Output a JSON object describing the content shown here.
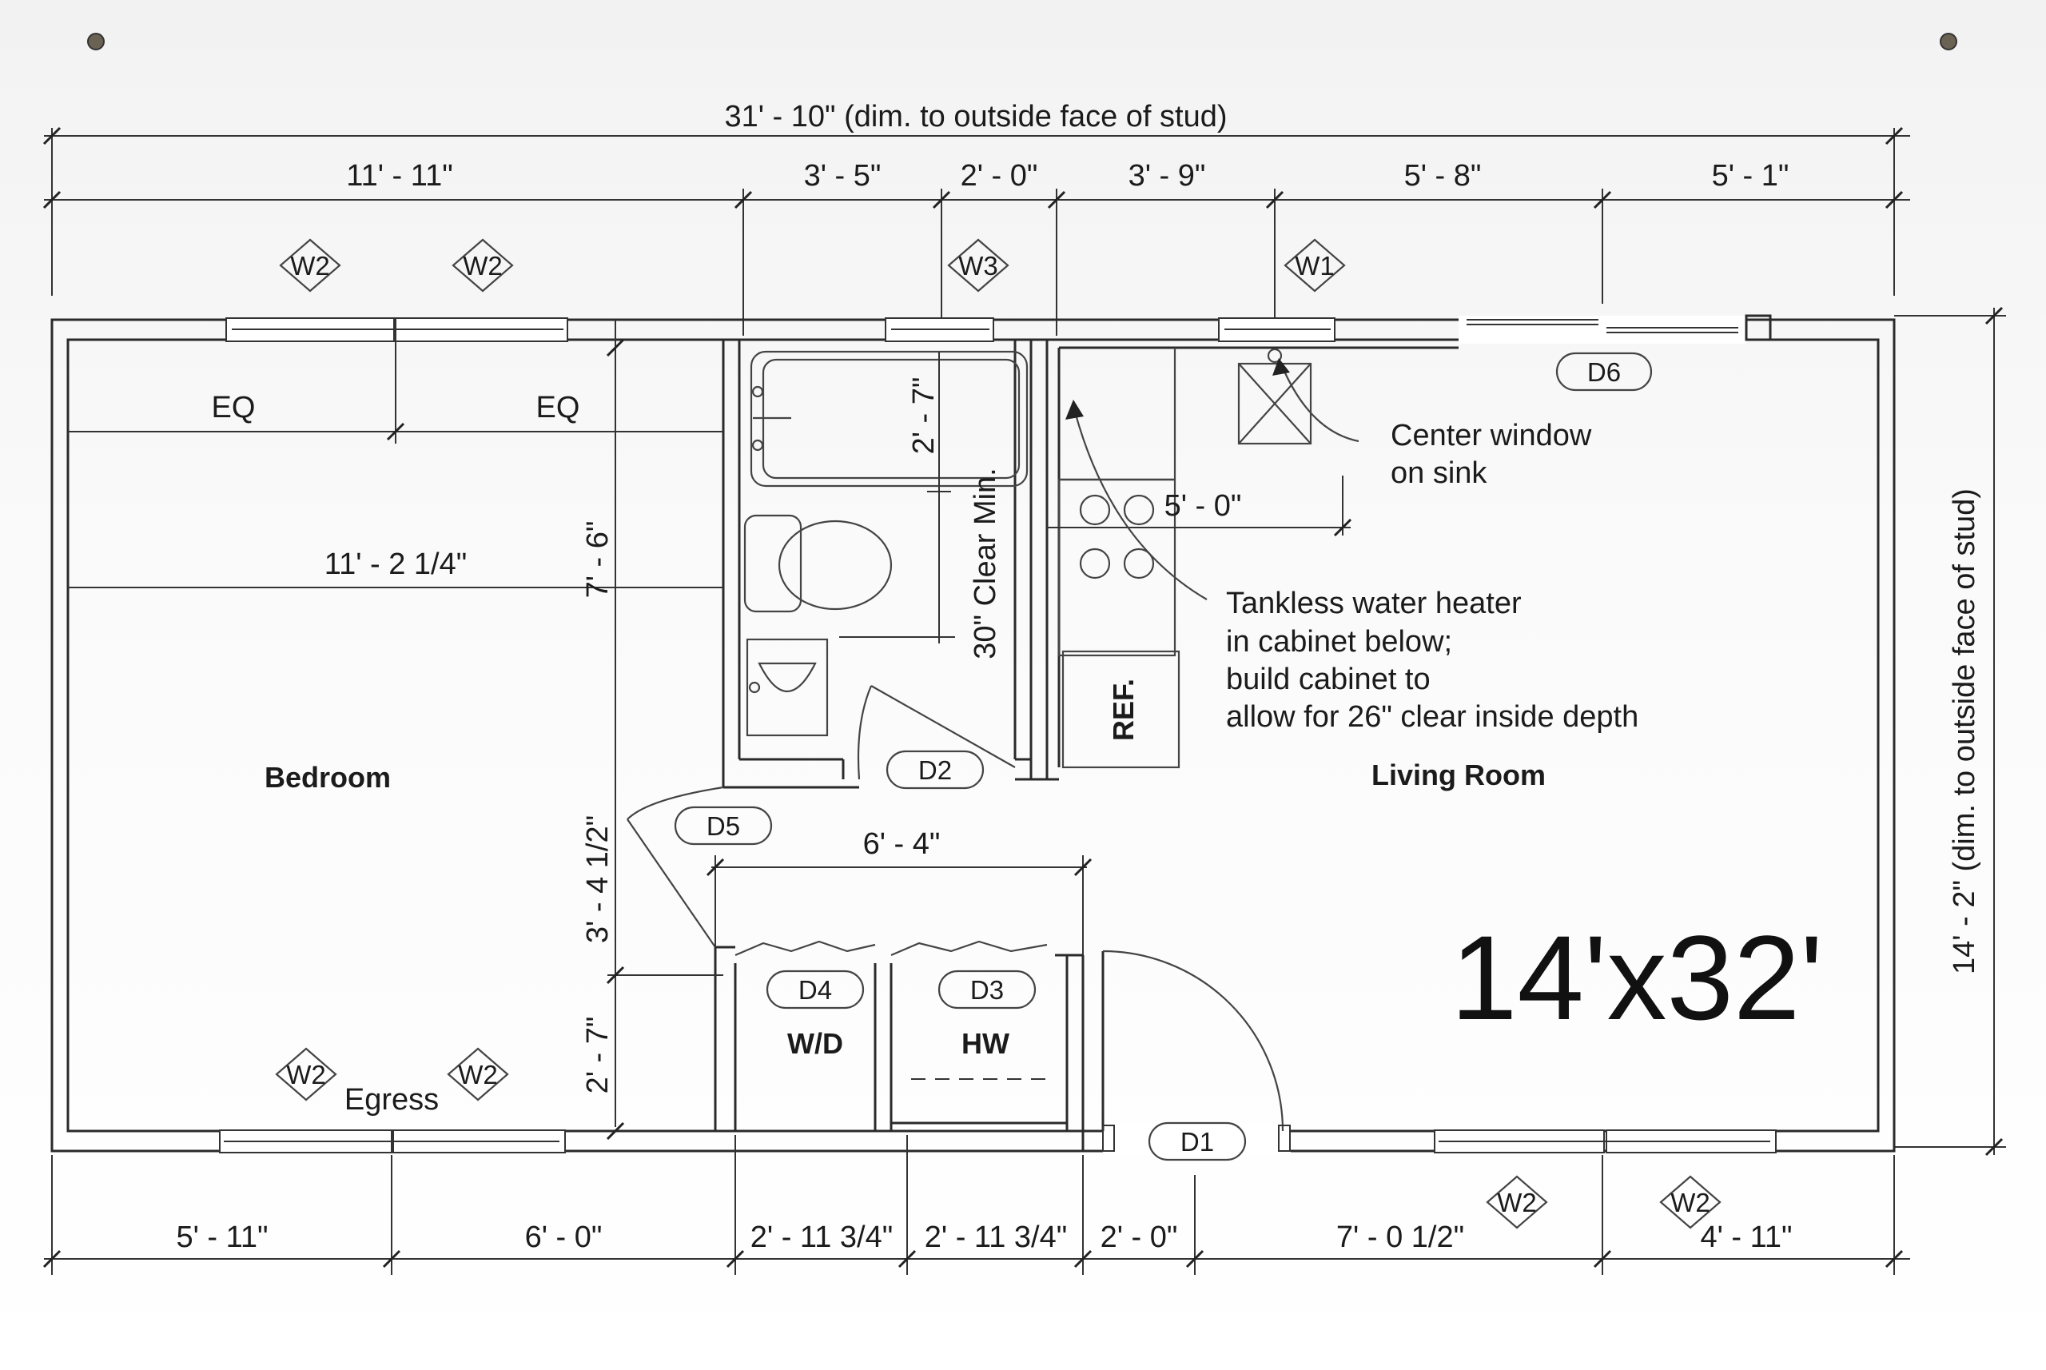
{
  "title": "14'x32'",
  "overall_dims": {
    "width": "31' - 10\" (dim. to outside face of stud)",
    "depth": "14' - 2\" (dim. to outside face of stud)"
  },
  "top_dims": [
    "11' - 11\"",
    "3' - 5\"",
    "2' - 0\"",
    "3' - 9\"",
    "5' - 8\"",
    "5' - 1\""
  ],
  "bottom_dims": [
    "5' - 11\"",
    "6' - 0\"",
    "2' - 11 3/4\"",
    "2' - 11 3/4\"",
    "2' - 0\"",
    "7' - 0 1/2\"",
    "4' - 11\""
  ],
  "interior_dims": {
    "eq_left": "EQ",
    "eq_right": "EQ",
    "bedroom_width": "11' - 2 1/4\"",
    "bedroom_depth": "7' - 6\"",
    "hall_depth": "3' - 4 1/2\"",
    "closet_depth": "2' - 7\"",
    "tub_depth": "2' - 7\"",
    "bath_clear": "30\" Clear Min.",
    "kitchen_run": "5' - 0\"",
    "closet_width": "6' - 4\""
  },
  "rooms": {
    "bedroom": "Bedroom",
    "living": "Living Room",
    "laundry": "W/D",
    "water_heater": "HW",
    "fridge": "REF.",
    "egress": "Egress"
  },
  "window_tags": {
    "top": [
      "W2",
      "W2",
      "W3",
      "W1"
    ],
    "bottom": [
      "W2",
      "W2",
      "W2",
      "W2"
    ]
  },
  "door_tags": [
    "D1",
    "D2",
    "D3",
    "D4",
    "D5",
    "D6"
  ],
  "notes": {
    "sink": [
      "Center window",
      "on sink"
    ],
    "heater": [
      "Tankless water heater",
      "in cabinet below;",
      "build cabinet to",
      "allow for 26\" clear inside depth"
    ]
  }
}
